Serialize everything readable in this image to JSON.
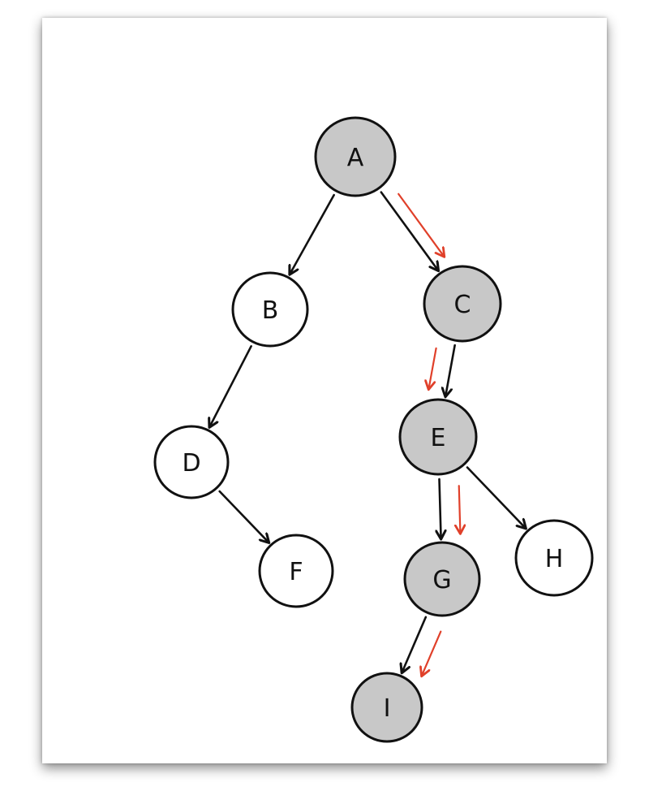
{
  "colors": {
    "visited_fill": "#c8c8c8",
    "unvisited_fill": "#ffffff",
    "stroke": "#111111",
    "path_arrow": "#e0402a"
  },
  "nodes": [
    {
      "id": "A",
      "label": "A",
      "visited": true
    },
    {
      "id": "B",
      "label": "B",
      "visited": false
    },
    {
      "id": "C",
      "label": "C",
      "visited": true
    },
    {
      "id": "D",
      "label": "D",
      "visited": false
    },
    {
      "id": "E",
      "label": "E",
      "visited": true
    },
    {
      "id": "F",
      "label": "F",
      "visited": false
    },
    {
      "id": "G",
      "label": "G",
      "visited": true
    },
    {
      "id": "H",
      "label": "H",
      "visited": false
    },
    {
      "id": "I",
      "label": "I",
      "visited": true
    }
  ],
  "edges": [
    {
      "from": "A",
      "to": "B"
    },
    {
      "from": "A",
      "to": "C"
    },
    {
      "from": "B",
      "to": "D"
    },
    {
      "from": "D",
      "to": "F"
    },
    {
      "from": "C",
      "to": "E"
    },
    {
      "from": "E",
      "to": "G"
    },
    {
      "from": "E",
      "to": "H"
    },
    {
      "from": "G",
      "to": "I"
    }
  ],
  "path": [
    "A",
    "C",
    "E",
    "G",
    "I"
  ]
}
